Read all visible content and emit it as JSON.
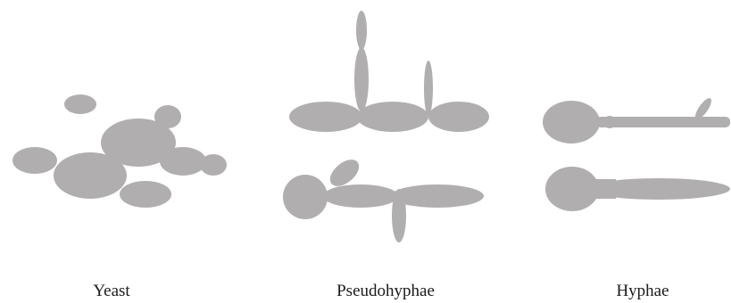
{
  "colors": {
    "cell_fill": "#b0aeae",
    "background": "#ffffff",
    "label_text": "#1a1a1a"
  },
  "panels": [
    {
      "id": "yeast",
      "label": "Yeast"
    },
    {
      "id": "pseudohyphae",
      "label": "Pseudohyphae"
    },
    {
      "id": "hyphae",
      "label": "Hyphae"
    }
  ]
}
